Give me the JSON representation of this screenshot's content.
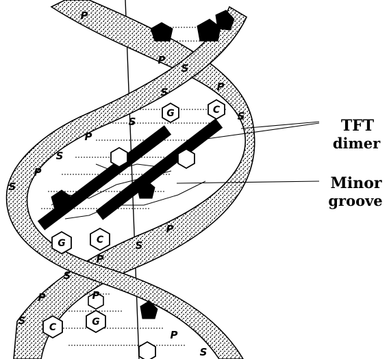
{
  "labels": {
    "tft": "TFT",
    "dimer": "dimer",
    "minor": "Minor",
    "groove": "groove"
  },
  "backbone": {
    "sugar": "S",
    "phosphate": "P"
  },
  "bases": {
    "g": "G",
    "c": "C"
  },
  "colors": {
    "ink": "#000000",
    "paper": "#ffffff"
  }
}
